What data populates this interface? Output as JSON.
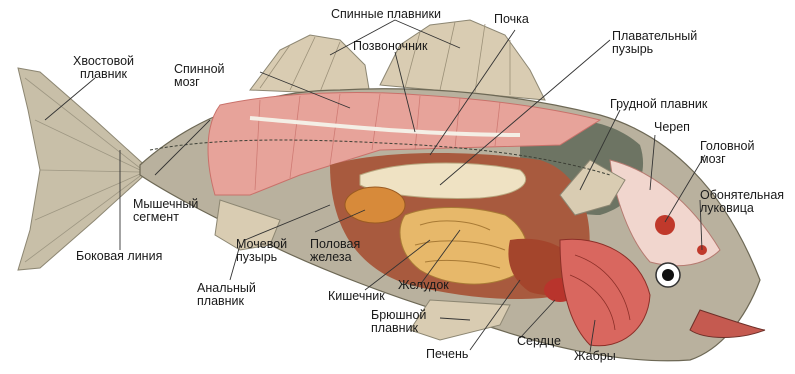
{
  "colors": {
    "leader": "#333333",
    "skin": "#b9b19e",
    "scales": "#5f6a58",
    "muscle": "#e7a39a",
    "muscle_dark": "#c9716a",
    "gills": "#d9675f",
    "organ_orange": "#d78a3a",
    "intestine": "#e7b86a",
    "liver": "#a4452c",
    "bladder": "#efe2c3",
    "fin": "#d9ccb2",
    "eye": "#ffffff"
  },
  "labels": {
    "tail_fin": "Хвостовой\nплавник",
    "dorsal_fins": "Спинные плавники",
    "kidney": "Почка",
    "swim_bladder": "Плавательный\nпузырь",
    "spinal_cord": "Спинной\nмозг",
    "spine": "Позвоночник",
    "pectoral_fin": "Грудной плавник",
    "skull": "Череп",
    "brain": "Головной\nмозг",
    "olfactory_bulb": "Обонятельная\nлуковица",
    "muscle_segment": "Мышечный\nсегмент",
    "lateral_line": "Боковая линия",
    "urinary_bladder": "Мочевой\nпузырь",
    "gonad": "Половая\nжелеза",
    "anal_fin": "Анальный\nплавник",
    "intestine": "Кишечник",
    "stomach": "Желудок",
    "pelvic_fin": "Брюшной\nплавник",
    "heart": "Сердце",
    "liver": "Печень",
    "gills": "Жабры"
  }
}
